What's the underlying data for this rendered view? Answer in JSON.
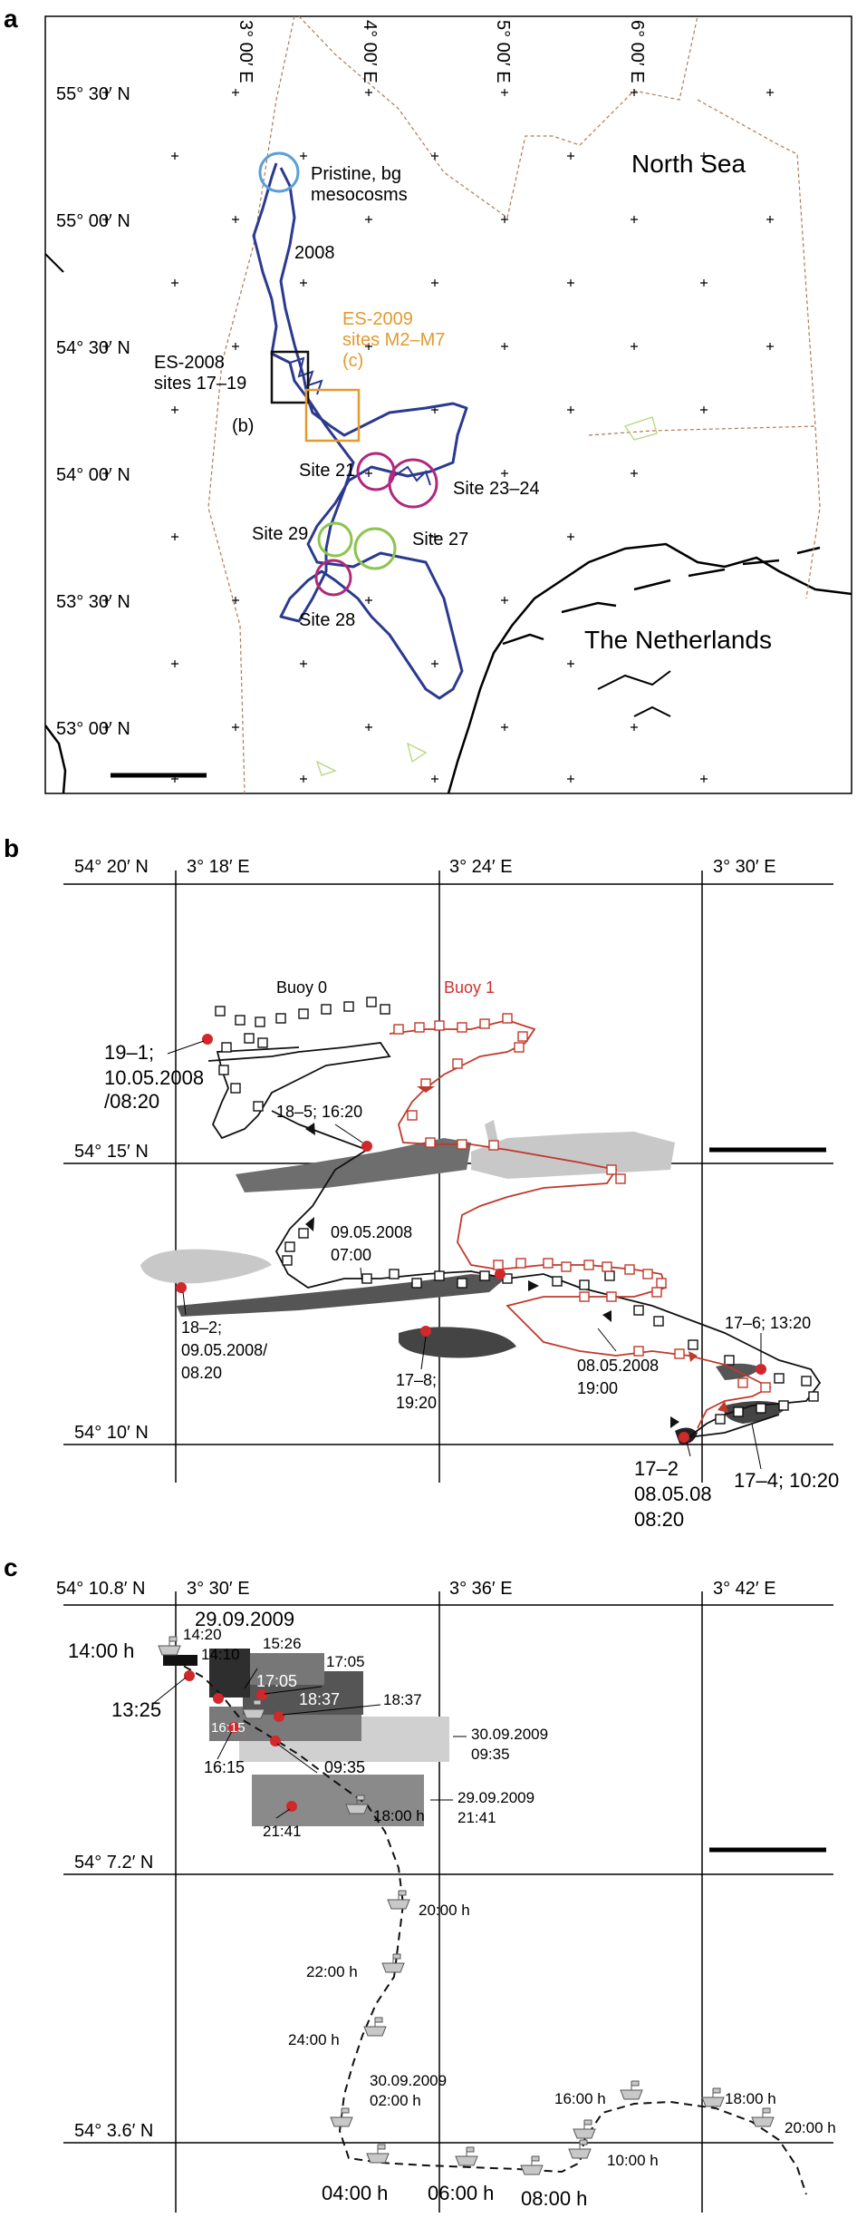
{
  "panels": {
    "a": {
      "letter": "a",
      "lon_labels": [
        "3° 00′ E",
        "4° 00′ E",
        "5° 00′ E",
        "6° 00′ E"
      ],
      "lat_labels": [
        "55° 30′ N",
        "55° 00′ N",
        "54° 30′ N",
        "54° 00′ N",
        "53° 30′ N",
        "53° 00′ N"
      ],
      "sea_label": "North Sea",
      "country_label": "The Netherlands",
      "pristine_label_1": "Pristine, bg",
      "pristine_label_2": "mesocosms",
      "year_label": "2008",
      "es2009_label_1": "ES-2009",
      "es2009_label_2": "sites M2–M7",
      "es2009_label_3": "(c)",
      "es2008_label_1": "ES-2008",
      "es2008_label_2": "sites 17–19",
      "es2008_label_3": "(b)",
      "site21": "Site 21",
      "site2324": "Site 23–24",
      "site29": "Site 29",
      "site27": "Site 27",
      "site28": "Site 28",
      "colors": {
        "track": "#2b3a8f",
        "pristine": "#5aa0d8",
        "es2009": "#e39a2f",
        "magenta": "#b0287d",
        "green": "#8cc44f",
        "border": "#b07a5a"
      }
    },
    "b": {
      "letter": "b",
      "lon_labels": [
        "3° 18′ E",
        "3° 24′ E",
        "3° 30′ E"
      ],
      "lat_labels": [
        "54° 20′ N",
        "54° 15′ N",
        "54° 10′ N"
      ],
      "buoy0": "Buoy 0",
      "buoy1": "Buoy 1",
      "ann_19_1_a": "19–1;",
      "ann_19_1_b": "10.05.2008",
      "ann_19_1_c": "/08:20",
      "ann_18_5": "18–5; 16:20",
      "ann_0905_a": "09.05.2008",
      "ann_0905_b": "07:00",
      "ann_18_2_a": "18–2;",
      "ann_18_2_b": "09.05.2008/",
      "ann_18_2_c": "08.20",
      "ann_17_8_a": "17–8;",
      "ann_17_8_b": "19:20",
      "ann_0805_a": "08.05.2008",
      "ann_0805_b": "19:00",
      "ann_17_6": "17–6; 13:20",
      "ann_17_2_a": "17–2",
      "ann_17_2_b": "08.05.08",
      "ann_17_2_c": "08:20",
      "ann_17_4": "17–4; 10:20",
      "colors": {
        "buoy0": "#111111",
        "buoy1": "#d03030",
        "dot": "#d0282b"
      }
    },
    "c": {
      "letter": "c",
      "lon_labels": [
        "3° 30′ E",
        "3° 36′ E",
        "3° 42′ E"
      ],
      "lat_labels": [
        "54° 10.8′ N",
        "54° 7.2′ N",
        "54° 3.6′ N"
      ],
      "date_top": "29.09.2009",
      "t1400": "14:00 h",
      "t1420": "14:20",
      "t1410": "14:10",
      "t1526": "15:26",
      "t1705": "17:05",
      "t1705b": "17:05",
      "t1837": "18:37",
      "t1837b": "18:37",
      "t1325": "13:25",
      "t1615": "16:15",
      "t1615b": "16:15",
      "t0935": "09:35",
      "d3009a": "30.09.2009",
      "d3009a_t": "09:35",
      "d2909b": "29.09.2009",
      "d2909b_t": "21:41",
      "t1800": "18:00 h",
      "t2141": "21:41",
      "t2000": "20:00 h",
      "t2200": "22:00 h",
      "t2400": "24:00 h",
      "d3009b": "30.09.2009",
      "t0200": "02:00 h",
      "t1600": "16:00 h",
      "t1800b": "18:00 h",
      "t2000b": "20:00 h",
      "t1000": "10:00 h",
      "t0400": "04:00 h",
      "t0600": "06:00 h",
      "t0800": "08:00 h"
    }
  }
}
